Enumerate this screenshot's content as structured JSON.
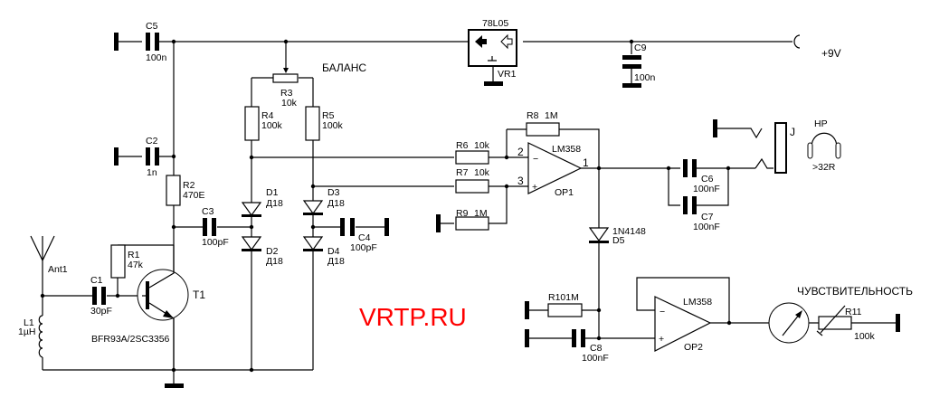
{
  "diagram": {
    "type": "circuit-schematic",
    "watermark": {
      "text": "VRTP.RU",
      "color": "#ff0000"
    },
    "headings": {
      "balance": "БАЛАНС",
      "sensitivity": "ЧУВСТВИТЕЛЬНОСТЬ",
      "supply": "+9V"
    },
    "components": {
      "C1": {
        "ref": "C1",
        "value": "30pF"
      },
      "C2": {
        "ref": "C2",
        "value": "1n"
      },
      "C3": {
        "ref": "C3",
        "value": "100pF"
      },
      "C4": {
        "ref": "C4",
        "value": "100pF"
      },
      "C5": {
        "ref": "C5",
        "value": "100n"
      },
      "C6": {
        "ref": "C6",
        "value": "100nF"
      },
      "C7": {
        "ref": "C7",
        "value": "100nF"
      },
      "C8": {
        "ref": "C8",
        "value": "100nF"
      },
      "C9": {
        "ref": "C9",
        "value": "100n"
      },
      "R1": {
        "ref": "R1",
        "value": "47k"
      },
      "R2": {
        "ref": "R2",
        "value": "470E"
      },
      "R3": {
        "ref": "R3",
        "value": "10k"
      },
      "R4": {
        "ref": "R4",
        "value": "100k"
      },
      "R5": {
        "ref": "R5",
        "value": "100k"
      },
      "R6": {
        "ref": "R6",
        "value": "10k"
      },
      "R7": {
        "ref": "R7",
        "value": "10k"
      },
      "R8": {
        "ref": "R8",
        "value": "1M"
      },
      "R9": {
        "ref": "R9",
        "value": "1M"
      },
      "R10": {
        "label": "R101M"
      },
      "R11": {
        "ref": "R11",
        "value": "100k"
      },
      "D1": {
        "ref": "D1",
        "value": "Д18"
      },
      "D2": {
        "ref": "D2",
        "value": "Д18"
      },
      "D3": {
        "ref": "D3",
        "value": "Д18"
      },
      "D4": {
        "ref": "D4",
        "value": "Д18"
      },
      "D5": {
        "ref": "D5",
        "value": "1N4148"
      },
      "L1": {
        "ref": "L1",
        "value": "1µH"
      },
      "T1": {
        "ref": "T1",
        "value": "BFR93A/2SC3356"
      },
      "VR1": {
        "ref": "VR1",
        "value": "78L05"
      },
      "OP1": {
        "ref": "OP1",
        "value": "LM358",
        "pins": {
          "inv": "2",
          "noninv": "3",
          "out": "1"
        }
      },
      "OP2": {
        "ref": "OP2",
        "value": "LM358"
      },
      "Ant1": {
        "ref": "Ant1"
      },
      "J": {
        "ref": "J"
      },
      "HP": {
        "ref": "HP",
        "value": ">32R"
      }
    }
  }
}
